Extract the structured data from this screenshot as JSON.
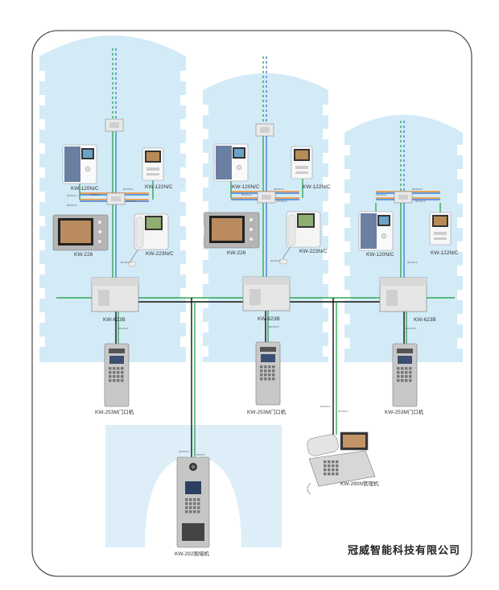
{
  "company_name": "冠威智能科技有限公司",
  "wire_labels": {
    "a": "RVVP4-5",
    "b": "RVVP4-3",
    "c": "RVVP-3",
    "d": "RVVP6-3"
  },
  "buildings": [
    {
      "monitors": [
        {
          "model": "KW-120N/C",
          "kind": "handset"
        },
        {
          "model": "KW-122N/C",
          "kind": "handsfree"
        },
        {
          "model": "KW-226",
          "kind": "widescreen"
        },
        {
          "model": "KW-223N/C",
          "kind": "white"
        }
      ],
      "distributor": "KW-623B",
      "door_station": "KW-253M门口机"
    },
    {
      "monitors": [
        {
          "model": "KW-120N/C",
          "kind": "handset"
        },
        {
          "model": "KW-122N/C",
          "kind": "handsfree"
        },
        {
          "model": "KW-226",
          "kind": "widescreen"
        },
        {
          "model": "KW-223N/C",
          "kind": "white"
        }
      ],
      "distributor": "KW-623B",
      "door_station": "KW-253M门口机"
    },
    {
      "monitors": [
        {
          "model": "KW-120N/C",
          "kind": "handset"
        },
        {
          "model": "KW-122N/C",
          "kind": "handsfree"
        }
      ],
      "distributor": "KW-623B",
      "door_station": "KW-253M门口机"
    }
  ],
  "wall_station": "KW-292围墙机",
  "management_center": "KW-290N管理机",
  "colors": {
    "building_fill": "#d3ebf7",
    "frame": "#555555",
    "wire_green": "#33a857",
    "wire_blue": "#3f7fd8",
    "wire_orange": "#f08a2c",
    "bus_black": "#111111"
  }
}
